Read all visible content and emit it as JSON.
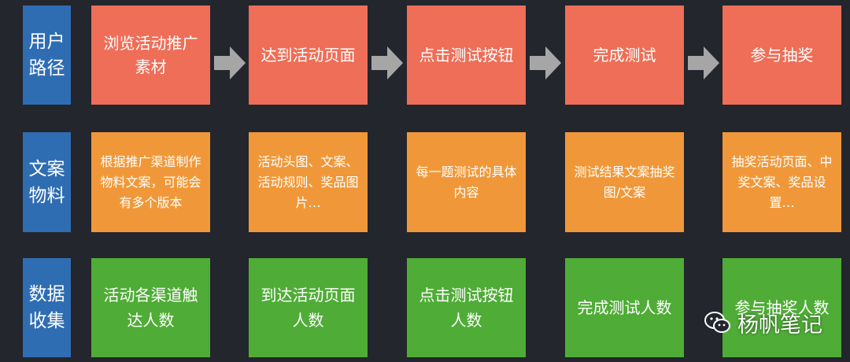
{
  "rows": [
    {
      "label": "用户路径",
      "boxes": [
        "浏览活动推广素材",
        "达到活动页面",
        "点击测试按钮",
        "完成测试",
        "参与抽奖"
      ]
    },
    {
      "label": "文案物料",
      "boxes": [
        "根据推广渠道制作物料文案，可能会有多个版本",
        "活动头图、文案、活动规则、奖品图片…",
        "每一题测试的具体内容",
        "测试结果文案抽奖图/文案",
        "抽奖活动页面、中奖文案、奖品设置…"
      ]
    },
    {
      "label": "数据收集",
      "boxes": [
        "活动各渠道触达人数",
        "到达活动页面人数",
        "点击测试按钮人数",
        "完成测试人数",
        "参与抽奖人数"
      ]
    }
  ],
  "watermark": "杨帆笔记",
  "colors": {
    "background": "#23262d",
    "label": "#2f6db3",
    "row_path": "#ee6e57",
    "row_copy": "#f09839",
    "row_data": "#4fac36",
    "arrow": "#a6a6a6"
  }
}
